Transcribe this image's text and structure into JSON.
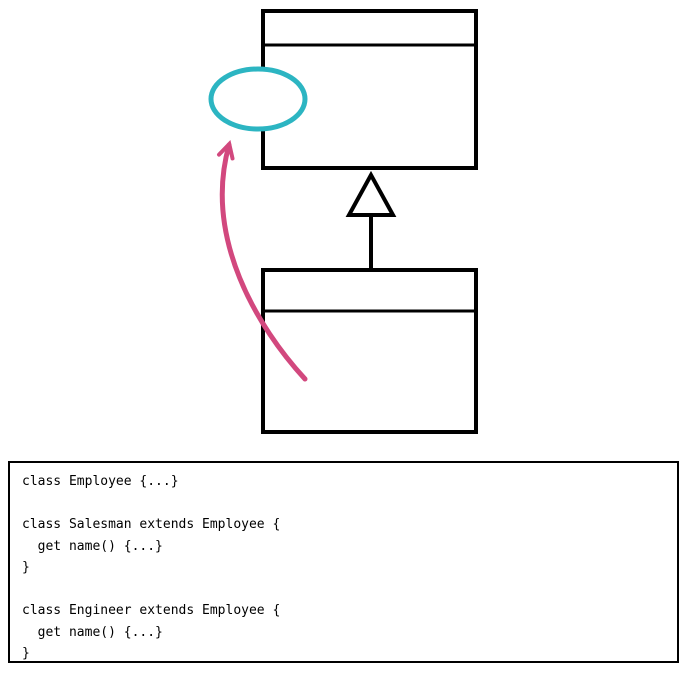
{
  "diagram": {
    "colors": {
      "shape_stroke": "#000000",
      "highlight_ellipse": "#2cb5c2",
      "annotation_arrow": "#d2487e"
    }
  },
  "code_panel": {
    "lines": [
      "class Employee {...}",
      "",
      "class Salesman extends Employee {",
      "  get name() {...}",
      "}",
      "",
      "class Engineer extends Employee {",
      "  get name() {...}",
      "}"
    ]
  }
}
